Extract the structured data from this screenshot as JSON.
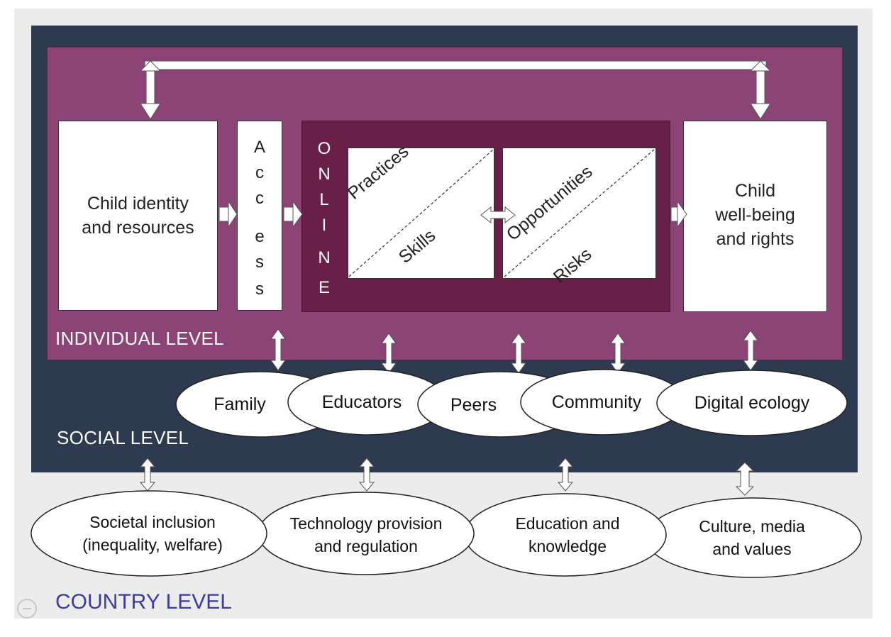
{
  "boxes": {
    "child_identity": "Child identity\nand resources",
    "access_letters": [
      "A",
      "c",
      "c",
      "e",
      "s",
      "s"
    ],
    "online_letters": [
      "O",
      "N",
      "L",
      "I",
      "N",
      "E"
    ],
    "practices": "Practices",
    "skills": "Skills",
    "opportunities": "Opportunities",
    "risks": "Risks",
    "child_wellbeing": "Child\nwell-being\nand rights"
  },
  "levels": {
    "individual": "INDIVIDUAL LEVEL",
    "social": "SOCIAL LEVEL",
    "country": "COUNTRY LEVEL"
  },
  "social_factors": [
    "Family",
    "Educators",
    "Peers",
    "Community",
    "Digital ecology"
  ],
  "country_factors": [
    "Societal inclusion\n(inequality, welfare)",
    "Technology provision\nand regulation",
    "Education and\nknowledge",
    "Culture, media\nand values"
  ],
  "colors": {
    "country_bg": "#ececec",
    "social_bg": "#2e3a4f",
    "individual_bg": "#8c4476",
    "online_bg": "#6a1f49",
    "country_label": "#3c3aa8"
  }
}
